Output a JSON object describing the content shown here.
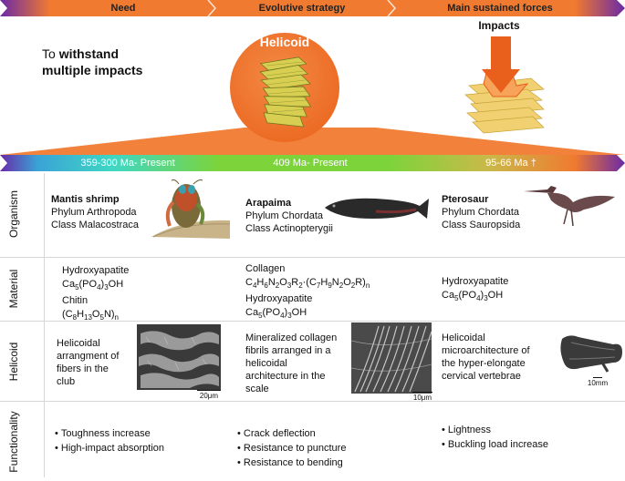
{
  "header": {
    "need": "Need",
    "strategy": "Evolutive strategy",
    "forces": "Main sustained forces"
  },
  "need_text": {
    "pre": "To ",
    "bold1": "withstand",
    "bold2": "multiple impacts"
  },
  "circle_title": "Helicoid",
  "impacts_title": "Impacts",
  "eras": [
    "359-300 Ma- Present",
    "409 Ma- Present",
    "95-66 Ma †"
  ],
  "row_labels": [
    "Organism",
    "Material",
    "Helicoid",
    "Functionality"
  ],
  "organisms": [
    {
      "name": "Mantis shrimp",
      "phylum": "Phylum Arthropoda",
      "class": "Class Malacostraca"
    },
    {
      "name": "Arapaima",
      "phylum": "Phylum Chordata",
      "class": "Class Actinopterygii"
    },
    {
      "name": "Pterosaur",
      "phylum": "Phylum Chordata",
      "class": "Class Sauropsida"
    }
  ],
  "materials": {
    "col1": {
      "hydroxyapatite": "Hydroxyapatite",
      "chitin": "Chitin"
    },
    "col2": {
      "collagen": "Collagen",
      "hydroxyapatite": "Hydroxyapatite"
    },
    "col3": {
      "hydroxyapatite": "Hydroxyapatite"
    }
  },
  "helicoid": {
    "col1": [
      "Helicoidal",
      "arrangment of",
      "fibers in the",
      "club"
    ],
    "col2": [
      "Mineralized collagen",
      "fibrils arranged in a",
      "helicoidal",
      "architecture in the",
      "scale"
    ],
    "col3": [
      "Helicoidal",
      "microarchitecture of",
      "the hyper-elongate",
      "cervical vertebrae"
    ],
    "scales": [
      "20μm",
      "10μm",
      "10mm"
    ]
  },
  "functionality": {
    "col1": [
      "Toughness increase",
      "High-impact absorption"
    ],
    "col2": [
      "Crack deflection",
      "Resistance to puncture",
      "Resistance to bending"
    ],
    "col3": [
      "Lightness",
      "Buckling load increase"
    ]
  },
  "colors": {
    "orange": "#f07a30",
    "orange_dark": "#e8601c",
    "purple": "#6a2aa8",
    "teal": "#3fd7c4",
    "green": "#7cd43a",
    "fiber": "#d9cf5a",
    "fiber_dark": "#7f8a2a"
  }
}
